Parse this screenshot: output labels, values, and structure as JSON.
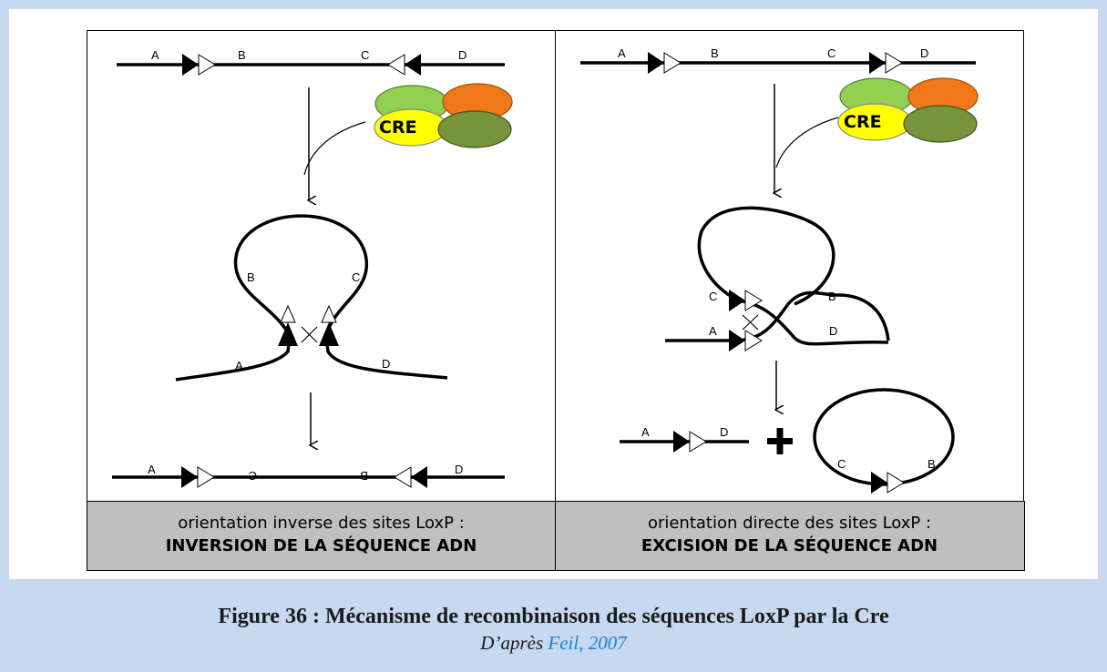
{
  "left_panel": {
    "labels": {
      "a": "A",
      "b": "B",
      "c": "C",
      "d": "D"
    },
    "enzyme": "CRE",
    "caption_line1": "orientation inverse des sites LoxP :",
    "caption_line2": "INVERSION DE LA SÉQUENCE ADN"
  },
  "right_panel": {
    "labels": {
      "a": "A",
      "b": "B",
      "c": "C",
      "d": "D"
    },
    "enzyme": "CRE",
    "caption_line1": "orientation directe des sites LoxP :",
    "caption_line2": "EXCISION DE LA SÉQUENCE ADN"
  },
  "figure": {
    "title": "Figure 36 : Mécanisme de recombinaison des séquences LoxP par la Cre",
    "source_prefix": "D’après ",
    "source_ref": "Feil, 2007"
  },
  "colors": {
    "page_background": "#c6d9f1",
    "caption_background": "#bfbfbf",
    "cre_light_green": "#92d050",
    "cre_orange": "#f07818",
    "cre_yellow": "#ffff00",
    "cre_olive": "#77933c",
    "link": "#1f7fd8"
  }
}
